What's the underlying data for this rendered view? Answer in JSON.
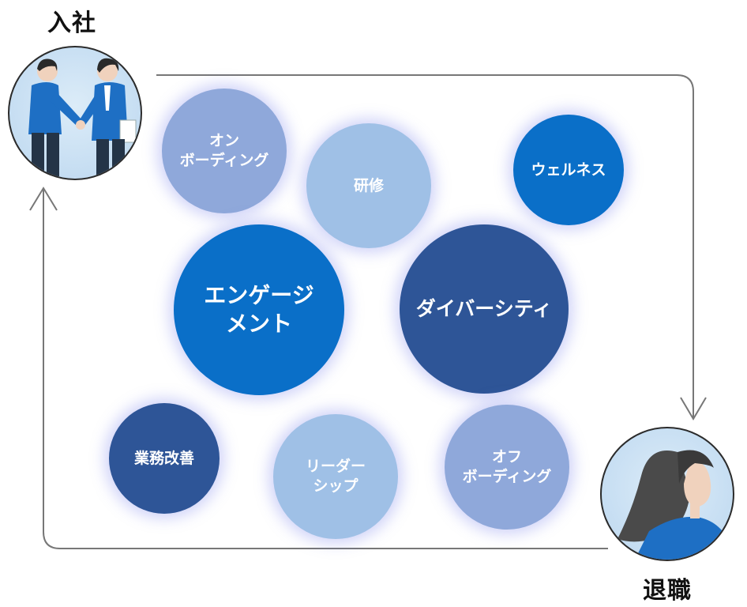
{
  "labels": {
    "start": "入社",
    "end": "退職"
  },
  "topics": [
    {
      "id": "onboarding",
      "lines": [
        "オン",
        "ボーディング"
      ],
      "color": "#8fa8da"
    },
    {
      "id": "training",
      "lines": [
        "研修"
      ],
      "color": "#9fc0e6"
    },
    {
      "id": "wellness",
      "lines": [
        "ウェルネス"
      ],
      "color": "#0a6fc8"
    },
    {
      "id": "engagement",
      "lines": [
        "エンゲージ",
        "メント"
      ],
      "color": "#0a6fc8"
    },
    {
      "id": "diversity",
      "lines": [
        "ダイバーシティ"
      ],
      "color": "#2e5597"
    },
    {
      "id": "improvement",
      "lines": [
        "業務改善"
      ],
      "color": "#2e5597"
    },
    {
      "id": "leadership",
      "lines": [
        "リーダー",
        "シップ"
      ],
      "color": "#9fc0e6"
    },
    {
      "id": "offboarding",
      "lines": [
        "オフ",
        "ボーディング"
      ],
      "color": "#8fa8da"
    }
  ],
  "colors": {
    "flow_line": "#777777",
    "accent_blue": "#1e6fc4",
    "label_text": "#111111"
  }
}
